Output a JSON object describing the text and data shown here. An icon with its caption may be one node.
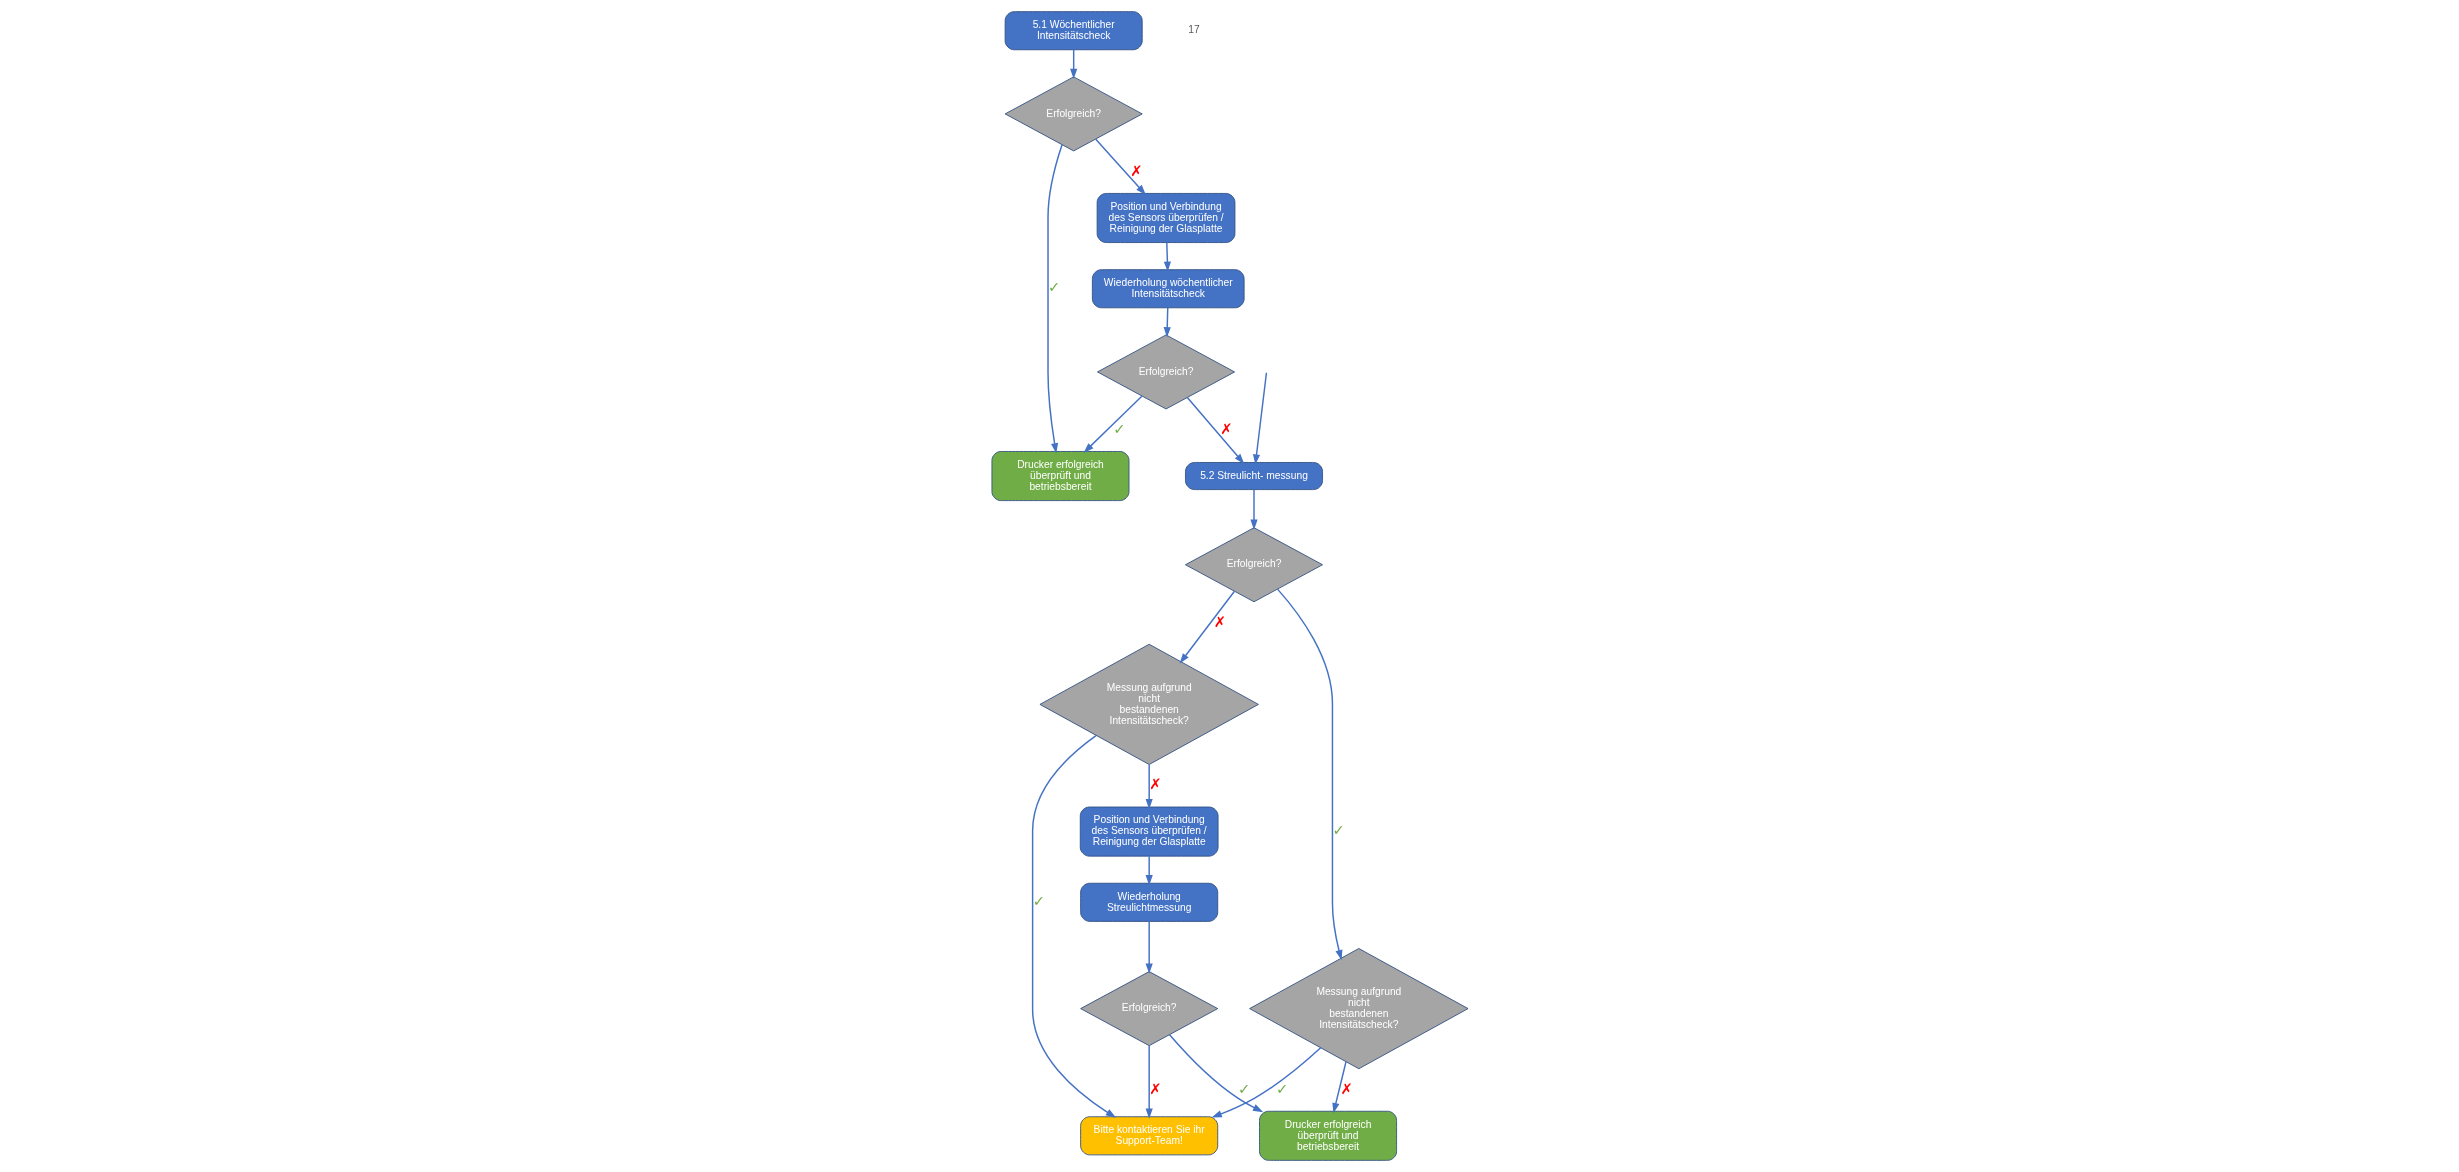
{
  "diagram": {
    "nodes": [
      {
        "text": [
          "5.1 Wöchentlicher Intensitätscheck"
        ]
      },
      {
        "text": [
          "Erfolgreich?"
        ]
      },
      {
        "text": [
          "Drucker erfolgreich überprüft und betriebsbereit"
        ]
      },
      {
        "text": [
          "Position und Verbindung des Sensors überprüfen / Reinigung der Glasplatte"
        ]
      },
      {
        "text": [
          "Wiederholung wöchentlicher Intensitätscheck"
        ]
      },
      {
        "text": [
          "Erfolgreich?"
        ]
      },
      {
        "text": [
          "5.2 Streulicht- messung"
        ]
      },
      {
        "text": [
          "Erfolgreich?"
        ]
      },
      {
        "text": [
          "Messung aufgrund nicht bestandenen Intensitätscheck?"
        ]
      },
      {
        "text": [
          "Position und Verbindung des Sensors überprüfen / Reinigung der Glasplatte"
        ]
      },
      {
        "text": [
          "Wiederholung Streulichtmessung"
        ]
      },
      {
        "text": [
          "Drucker erfolgreich überprüft und betriebsbereit"
        ]
      },
      {
        "text": [
          "Messung aufgrund nicht bestandenen Intensitätscheck?"
        ]
      },
      {
        "text": [
          "Bitte kontaktieren Sie ihr Support-Team!"
        ]
      },
      {
        "text": [
          "Erfolgreich?"
        ]
      }
    ],
    "edges": [
      {
        "from": 0,
        "to": 1,
        "arrow": "to"
      },
      {
        "from": 1,
        "to": 2,
        "arrow": "to",
        "label": "✓"
      },
      {
        "from": 1,
        "to": 3,
        "arrow": "to",
        "label": "✗"
      },
      {
        "from": 3,
        "to": 4,
        "arrow": "to"
      },
      {
        "from": 4,
        "to": 5,
        "arrow": "to"
      },
      {
        "from": 5,
        "to": 2,
        "arrow": "to",
        "label": "✓"
      },
      {
        "from": 5,
        "to": 6,
        "arrow": "to",
        "label": "✗"
      },
      {
        "from": null,
        "to": 6,
        "arrow": "to"
      },
      {
        "from": 6,
        "to": 7,
        "arrow": "to"
      },
      {
        "from": 7,
        "to": 12,
        "arrow": "to",
        "label": "✓"
      },
      {
        "from": 7,
        "to": 8,
        "arrow": "to",
        "label": "✗"
      },
      {
        "from": 8,
        "to": 13,
        "arrow": "to",
        "label": "✓"
      },
      {
        "from": 8,
        "to": 9,
        "arrow": "to",
        "label": "✗"
      },
      {
        "from": 9,
        "to": 10,
        "arrow": "to"
      },
      {
        "from": 10,
        "to": 14,
        "arrow": "to"
      },
      {
        "from": 14,
        "to": 13,
        "arrow": "to",
        "label": "✗"
      },
      {
        "from": 14,
        "to": 11,
        "arrow": "to",
        "label": "✓"
      },
      {
        "from": 12,
        "to": 11,
        "arrow": "to",
        "label": "✗"
      },
      {
        "from": 12,
        "to": 13,
        "arrow": "to",
        "label": "✓"
      }
    ],
    "labels": [
      "17"
    ]
  }
}
